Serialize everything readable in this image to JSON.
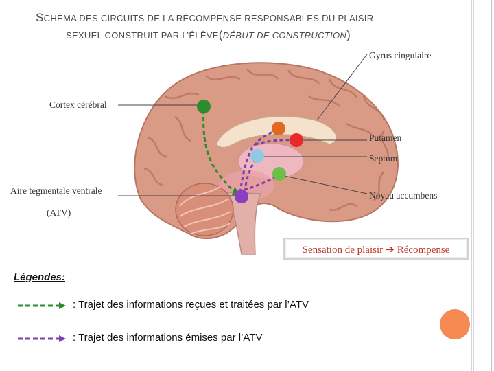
{
  "title": {
    "line1_cap": "S",
    "line1_rest": "CHÉMA DES CIRCUITS DE LA RÉCOMPENSE RESPONSABLES DU PLAISIR",
    "line2_main": "SEXUEL CONSTRUIT PAR L’ÉLÈVE",
    "line2_paren_open": "(",
    "line2_italic": "DÉBUT DE CONSTRUCTION",
    "line2_paren_close": ")"
  },
  "labels": {
    "gyrus": "Gyrus cingulaire",
    "cortex": "Cortex cérébral",
    "putamen": "Putamen",
    "septum": "Septum",
    "atv_line1": "Aire tegmentale ventrale",
    "atv_line2": "(ATV)",
    "noyau": "Noyau accumbens"
  },
  "sensation_box": {
    "left": "Sensation de plaisir",
    "arrow": "➔",
    "right": "Récompense"
  },
  "legend": {
    "title": "Légendes:",
    "items": [
      {
        "text": ": Trajet des informations reçues et traitées par l’ATV",
        "color": "#2e8b2e"
      },
      {
        "text": ": Trajet des informations émises par l’ATV",
        "color": "#7b3fb0"
      }
    ]
  },
  "colors": {
    "green_dot": "#2e8b2e",
    "orange_dot": "#e06a1f",
    "red_dot": "#e8282a",
    "blue_dot": "#8ec9e6",
    "light_green_dot": "#6cc04a",
    "purple_dot": "#8a3fc0",
    "accent_orange": "#f58a52",
    "sensation_text": "#c0392b"
  }
}
